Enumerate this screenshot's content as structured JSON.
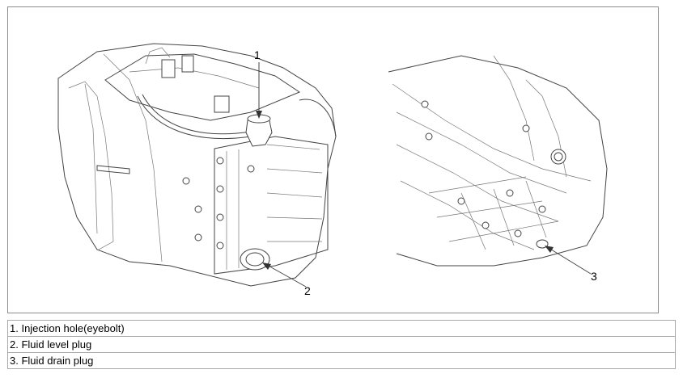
{
  "callouts": [
    "1",
    "2",
    "3"
  ],
  "legend": [
    "1. Injection hole(eyebolt)",
    "2. Fluid level plug",
    "3. Fluid drain plug"
  ]
}
